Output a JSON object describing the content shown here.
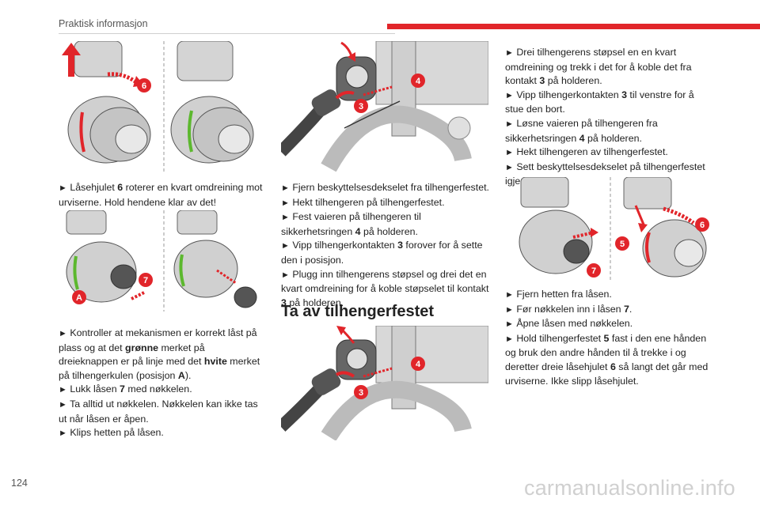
{
  "header": {
    "title": "Praktisk informasjon"
  },
  "footer": {
    "page_number": "124",
    "watermark": "carmanualsonline.info"
  },
  "col1": {
    "p1": {
      "pre": "Låsehjulet ",
      "n": "6",
      "post": " roterer en kvart omdreining mot urviserne. Hold hendene klar av det!"
    },
    "p2": {
      "a": "Kontroller at mekanismen er korrekt låst på plass og at det ",
      "b": "grønne",
      "c": " merket på dreieknappen er på linje med det ",
      "d": "hvite",
      "e": " merket på tilhengerkulen (posisjon ",
      "f": "A",
      "g": ")."
    },
    "p3": {
      "pre": "Lukk låsen ",
      "n": "7",
      "post": " med nøkkelen."
    },
    "p4": "Ta alltid ut nøkkelen. Nøkkelen kan ikke tas ut når låsen er åpen.",
    "p5": "Klips hetten på låsen."
  },
  "col2": {
    "p1": "Fjern beskyttelsesdekselet fra tilhengerfestet.",
    "p2": "Hekt tilhengeren på tilhengerfestet.",
    "p3": {
      "pre": "Fest vaieren på tilhengeren til sikkerhetsringen ",
      "n": "4",
      "post": " på holderen."
    },
    "p4": {
      "pre": "Vipp tilhengerkontakten ",
      "n": "3",
      "post": " forover for å sette den i posisjon."
    },
    "p5": {
      "pre": "Plugg inn tilhengerens støpsel og drei det en kvart omdreining for å koble støpselet til kontakt ",
      "n": "3",
      "post": " på holderen."
    },
    "section_title": "Ta av tilhengerfestet"
  },
  "col3": {
    "p1": {
      "pre": "Drei tilhengerens støpsel en en kvart omdreining og trekk i det for å koble det fra kontakt ",
      "n": "3",
      "post": " på holderen."
    },
    "p2": {
      "pre": "Vipp tilhengerkontakten ",
      "n": "3",
      "post": " til venstre for å stue den bort."
    },
    "p3": {
      "pre": "Løsne vaieren på tilhengeren fra sikkerhetsringen ",
      "n": "4",
      "post": " på holderen."
    },
    "p4": "Hekt tilhengeren av tilhengerfestet.",
    "p5": "Sett beskyttelsesdekselet på tilhengerfestet igjen.",
    "p6": "Fjern hetten fra låsen.",
    "p7": {
      "pre": "Før nøkkelen inn i låsen ",
      "n": "7",
      "post": "."
    },
    "p8": "Åpne låsen med nøkkelen.",
    "p9": {
      "pre": "Hold tilhengerfestet ",
      "n": "5",
      "post": " fast i den ene hånden og bruk den andre hånden til å trekke i og deretter dreie låsehjulet ",
      "n2": "6",
      "post2": " så langt det går med urviserne. Ikke slipp låsehjulet."
    }
  },
  "callouts": {
    "six": "6",
    "seven": "7",
    "a": "A",
    "three": "3",
    "four": "4",
    "five": "5"
  },
  "bullet": "►",
  "colors": {
    "accent_red": "#e1252a",
    "green_mark": "#5cb82e",
    "gray_part": "#cfcfcf"
  }
}
